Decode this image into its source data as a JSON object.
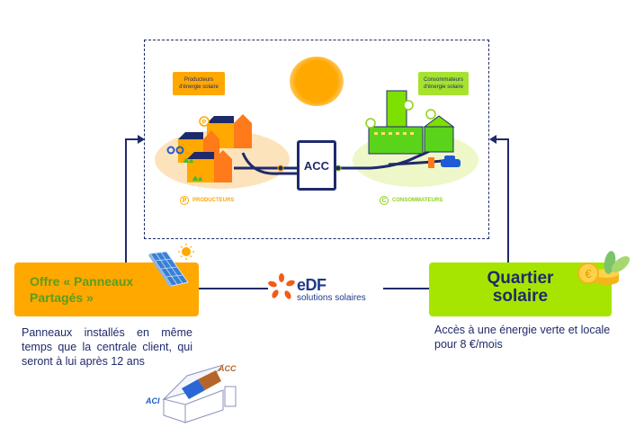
{
  "diagram": {
    "frame": {
      "producers_label": "Producteurs d'énergie solaire",
      "consumers_label": "Consommateurs d'énergie solaire",
      "center_box": "ACC",
      "legend_producers": "PRODUCTEURS",
      "legend_producers_badge": "P",
      "legend_consumers": "CONSOMMATEURS",
      "legend_consumers_badge": "C"
    },
    "left_offer": {
      "title": "Offre « Panneaux Partagés »",
      "description": "Panneaux installés en même temps que la centrale client, qui seront à lui après 12 ans",
      "house_label_acc": "ACC",
      "house_label_aci": "ACI"
    },
    "center_logo": {
      "brand": "eDF",
      "subtitle": "solutions solaires"
    },
    "right_offer": {
      "title_line1": "Quartier",
      "title_line2": "solaire",
      "description": "Accès à une énergie verte et locale pour 8 €/mois"
    }
  },
  "colors": {
    "navy": "#1f2a6b",
    "orange": "#ffa800",
    "lime": "#a6e500",
    "offer_title_green": "#5a9e1e",
    "edf_orange": "#f25c19"
  }
}
